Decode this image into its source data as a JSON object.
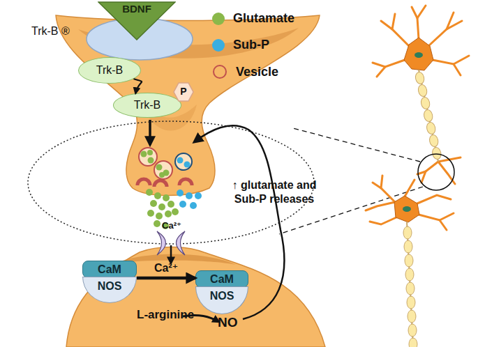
{
  "diagram": {
    "nodes": [
      {
        "text": [
          "BDNF"
        ]
      },
      {
        "text": [
          "Trk-B"
        ]
      },
      {
        "text": [
          "Trk-B"
        ]
      },
      {
        "text": [
          "P"
        ]
      },
      {
        "text": [
          "CaM"
        ]
      },
      {
        "text": [
          "NOS"
        ]
      },
      {
        "text": [
          "CaM"
        ]
      },
      {
        "text": [
          "NOS"
        ]
      }
    ],
    "edges": [
      {
        "from": 1,
        "to": 2,
        "arrow": "to"
      },
      {
        "from": 4,
        "to": 6,
        "label": "Ca²⁺",
        "arrow": "to"
      }
    ],
    "labels": [
      "Trk-B ®",
      "Ca²⁺",
      "L-arginine",
      "NO",
      "↑ glutamate and Sub-P releases"
    ],
    "legend": [
      {
        "text": "Glutamate",
        "color": "#8ab84a"
      },
      {
        "text": "Sub-P",
        "color": "#3aaee0"
      },
      {
        "text": "Vesicle"
      }
    ]
  }
}
